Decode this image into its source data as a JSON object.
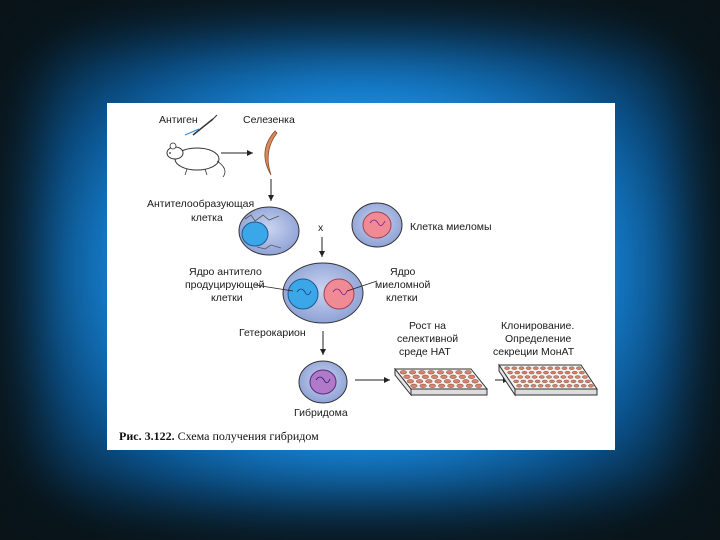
{
  "labels": {
    "antigen": "Антиген",
    "spleen": "Селезенка",
    "antibody_cell_line1": "Антителообразующая",
    "antibody_cell_line2": "клетка",
    "cross": "x",
    "myeloma_cell": "Клетка миеломы",
    "nucleus_ab_line1": "Ядро антитело",
    "nucleus_ab_line2": "продуцирующей",
    "nucleus_ab_line3": "клетки",
    "nucleus_my_line1": "Ядро",
    "nucleus_my_line2": "миеломной",
    "nucleus_my_line3": "клетки",
    "heterokaryon": "Гетерокарион",
    "growth_line1": "Рост на",
    "growth_line2": "селективной",
    "growth_line3": "среде HAT",
    "cloning_line1": "Клонирование.",
    "cloning_line2": "Определение",
    "cloning_line3": "секреции МонАТ",
    "hybridoma": "Гибридома"
  },
  "caption": {
    "prefix": "Рис. 3.122.",
    "text": " Схема получения гибридом"
  },
  "colors": {
    "cell_body": "#a9b8e0",
    "blue_nucleus": "#3aa8e8",
    "pink_nucleus": "#f08a94",
    "purple_nucleus": "#b07ac8",
    "spleen": "#d98a5a",
    "plate_well": "#d7846e",
    "background_glow": "#2aa3ff"
  }
}
